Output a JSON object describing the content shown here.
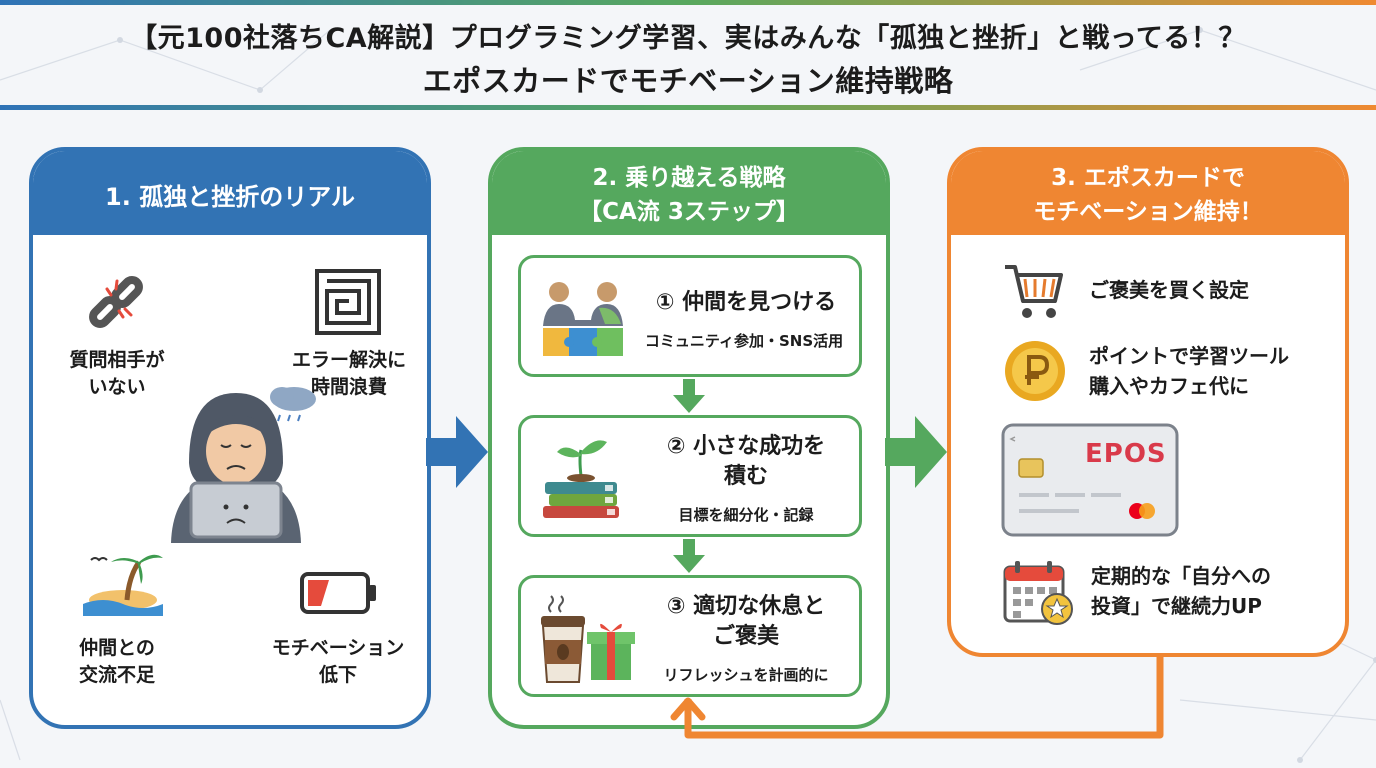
{
  "title": {
    "line1": "【元100社落ちCA解説】プログラミング学習、実はみんな「孤独と挫折」と戦ってる！？",
    "line2": "エポスカードでモチベーション維持戦略"
  },
  "panel1": {
    "heading": "1. 孤独と挫折のリアル",
    "items": [
      {
        "icon": "broken-link-icon",
        "label_l1": "質問相手が",
        "label_l2": "いない"
      },
      {
        "icon": "maze-icon",
        "label_l1": "エラー解決に",
        "label_l2": "時間浪費"
      },
      {
        "icon": "island-icon",
        "label_l1": "仲間との",
        "label_l2": "交流不足"
      },
      {
        "icon": "low-battery-icon",
        "label_l1": "モチベーション",
        "label_l2": "低下"
      }
    ],
    "center_icon": "hooded-learner-icon"
  },
  "panel2": {
    "heading_l1": "2. 乗り越える戦略",
    "heading_l2": "【CA流 3ステップ】",
    "steps": [
      {
        "icon": "puzzle-teamwork-icon",
        "title_l1": "① 仲間を見つける",
        "title_l2": "",
        "sub": "コミュニティ参加・SNS活用"
      },
      {
        "icon": "books-sprout-icon",
        "title_l1": "② 小さな成功を",
        "title_l2": "積む",
        "sub": "目標を細分化・記録"
      },
      {
        "icon": "coffee-gift-icon",
        "title_l1": "③ 適切な休息と",
        "title_l2": "ご褒美",
        "sub": "リフレッシュを計画的に"
      }
    ]
  },
  "panel3": {
    "heading_l1": "3. エポスカードで",
    "heading_l2": "モチベーション維持！",
    "rows": [
      {
        "icon": "shopping-cart-icon",
        "text_l1": "ご褒美を買く設定",
        "text_l2": ""
      },
      {
        "icon": "point-coin-icon",
        "text_l1": "ポイントで学習ツール",
        "text_l2": "購入やカフェ代に"
      },
      {
        "icon": "credit-card-icon",
        "card_brand": "EPOS"
      },
      {
        "icon": "calendar-star-icon",
        "text_l1": "定期的な「自分への",
        "text_l2": "投資」で継続力UP"
      }
    ]
  },
  "colors": {
    "blue": "#3273b4",
    "green": "#55a85e",
    "orange": "#ef8632"
  }
}
